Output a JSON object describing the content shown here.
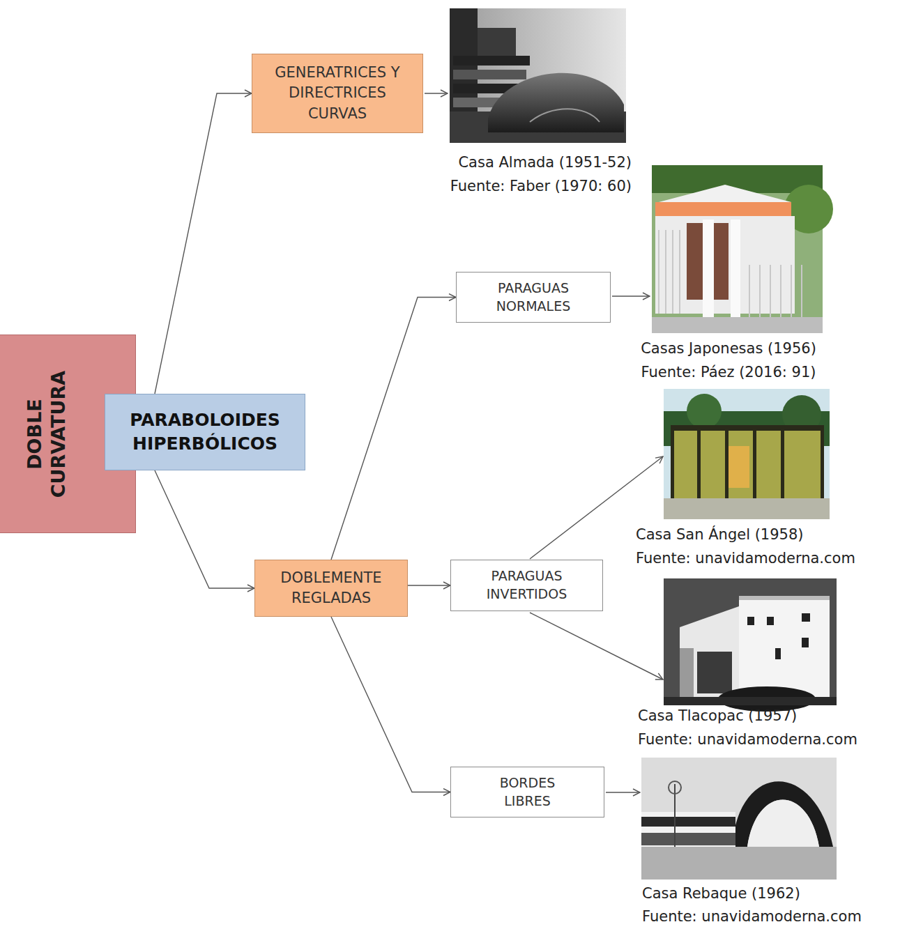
{
  "diagram": {
    "nodes": [
      {
        "text": [
          "DOBLE CURVATURA"
        ]
      },
      {
        "text": [
          "PARABOLOIDES HIPERBÓLICOS"
        ]
      },
      {
        "text": [
          "GENERATRICES Y DIRECTRICES CURVAS"
        ]
      },
      {
        "text": [
          "DOBLEMENTE REGLADAS"
        ]
      },
      {
        "text": [
          "PARAGUAS NORMALES"
        ]
      },
      {
        "text": [
          "PARAGUAS INVERTIDOS"
        ]
      },
      {
        "text": [
          "BORDES LIBRES"
        ]
      }
    ],
    "edges": [
      {
        "from": 0,
        "to": 1,
        "arrow": "to"
      },
      {
        "from": 1,
        "to": 2,
        "arrow": "to"
      },
      {
        "from": 1,
        "to": 3,
        "arrow": "to"
      },
      {
        "from": 3,
        "to": 4,
        "arrow": "to"
      },
      {
        "from": 3,
        "to": 5,
        "arrow": "to"
      },
      {
        "from": 3,
        "to": 6,
        "arrow": "to"
      }
    ],
    "labels": [
      "Casa Almada (1951-52)",
      "Fuente: Faber (1970: 60)",
      "Casas Japonesas (1956)",
      "Fuente: Páez (2016: 91)",
      "Casa San Ángel (1958)",
      "Fuente: unavidamoderna.com",
      "Casa Tlacopac (1957)",
      "Fuente: unavidamoderna.com",
      "Casa Rebaque (1962)",
      "Fuente: unavidamoderna.com"
    ]
  }
}
